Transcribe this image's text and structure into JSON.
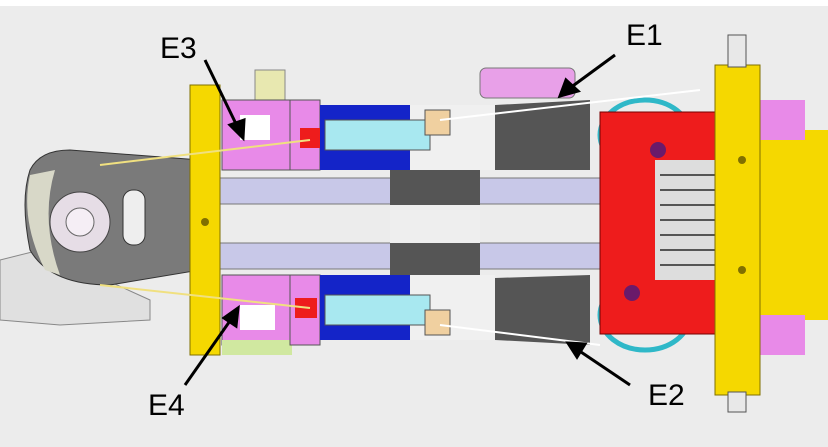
{
  "diagram": {
    "labels": {
      "e1": "E1",
      "e2": "E2",
      "e3": "E3",
      "e4": "E4"
    },
    "colors": {
      "background": "#ececec",
      "yellow": "#f5d800",
      "red": "#ee1c1c",
      "blue": "#1424c8",
      "pink": "#e88ae8",
      "gray_dark": "#555555",
      "lavender": "#c8c8e8",
      "cyan": "#a8e8f0"
    }
  }
}
